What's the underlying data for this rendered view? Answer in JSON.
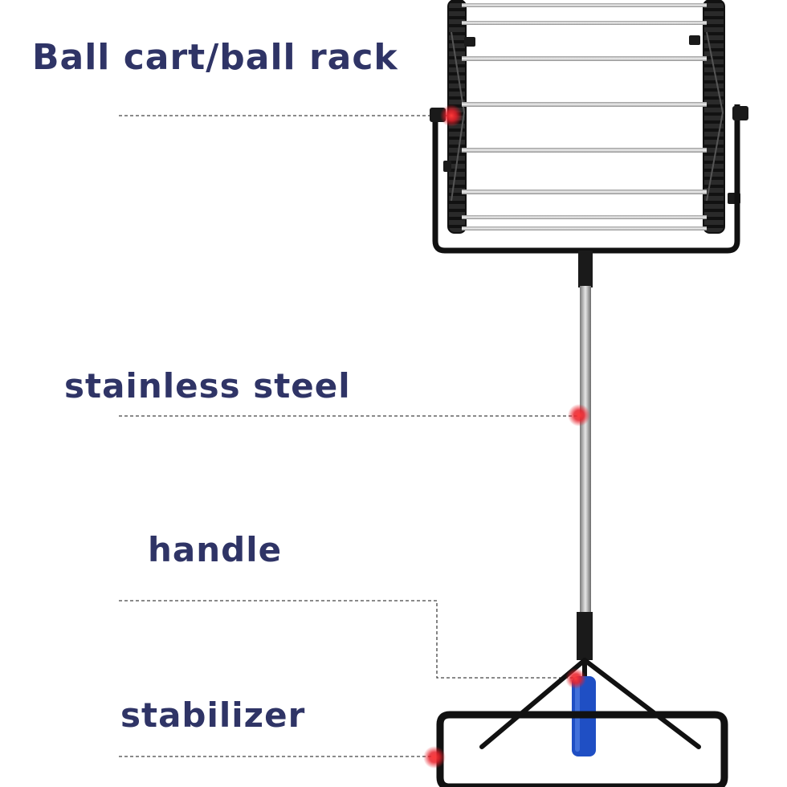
{
  "labels": {
    "ball_cart": "Ball cart/ball rack",
    "stainless_steel": "stainless steel",
    "handle": "handle",
    "stabilizer": "stabilizer"
  },
  "colors": {
    "label_text": "#2f3466",
    "frame": "#1a1a1a",
    "steel": "#b8b8b8",
    "marker": "#e8202a",
    "grip": "#1f4fc4",
    "leader_line": "#444444"
  }
}
